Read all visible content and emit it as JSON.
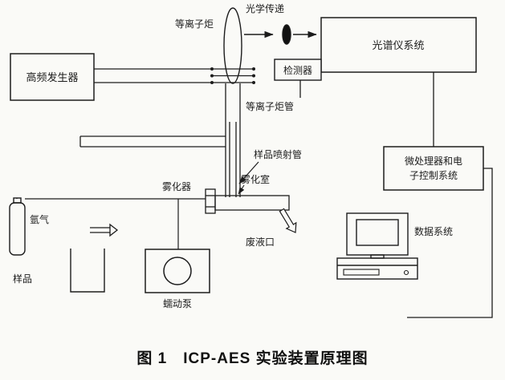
{
  "figure": {
    "caption": "图 1　ICP-AES 实验装置原理图"
  },
  "labels": {
    "optical_transfer": "光学传递",
    "plasma_torch": "等离子炬",
    "hf_generator": "高频发生器",
    "spectrometer_system": "光谱仪系统",
    "detector": "检测器",
    "plasma_torch_tube": "等离子炬管",
    "sample_injector_tube": "样品喷射管",
    "nebulizer": "雾化器",
    "spray_chamber": "雾化室",
    "argon_gas": "氩气",
    "sample": "样品",
    "peristaltic_pump": "蠕动泵",
    "waste_outlet": "废液口",
    "controller_line1": "微处理器和电",
    "controller_line2": "子控制系统",
    "data_system": "数据系统"
  },
  "colors": {
    "line": "#1c1c1c",
    "background": "#fafaf7"
  }
}
